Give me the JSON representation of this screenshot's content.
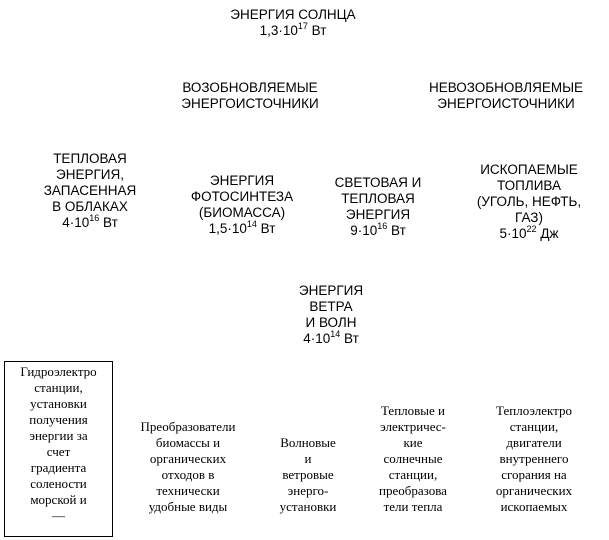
{
  "sun": {
    "title": "ЭНЕРГИЯ СОЛНЦА",
    "value": {
      "mantissa": "1,3",
      "exp": "17",
      "unit": "Вт"
    }
  },
  "categories": {
    "renewable": [
      "ВОЗОБНОВЛЯЕМЫЕ",
      "ЭНЕРГОИСТОЧНИКИ"
    ],
    "nonrenewable": [
      "НЕВОЗОБНОВЛЯЕМЫЕ",
      "ЭНЕРГОИСТОЧНИКИ"
    ]
  },
  "sources": {
    "clouds": {
      "lines": [
        "ТЕПЛОВАЯ",
        "ЭНЕРГИЯ,",
        "ЗАПАСЕННАЯ",
        "В ОБЛАКАХ"
      ],
      "value": {
        "mantissa": "4",
        "exp": "16",
        "unit": "Вт"
      }
    },
    "photosynthesis": {
      "lines": [
        "ЭНЕРГИЯ",
        "ФОТОСИНТЕЗА",
        "(БИОМАССА)"
      ],
      "value": {
        "mantissa": "1,5",
        "exp": "14",
        "unit": "Вт"
      }
    },
    "light_heat": {
      "lines": [
        "СВЕТОВАЯ И",
        "ТЕПЛОВАЯ",
        "ЭНЕРГИЯ"
      ],
      "value": {
        "mantissa": "9",
        "exp": "16",
        "unit": "Вт"
      }
    },
    "fossil": {
      "lines": [
        "ИСКОПАЕМЫЕ",
        "ТОПЛИВА",
        "(УГОЛЬ, НЕФТЬ,",
        "ГАЗ)"
      ],
      "value": {
        "mantissa": "5",
        "exp": "22",
        "unit": "Дж"
      }
    },
    "wind_waves": {
      "lines": [
        "ЭНЕРГИЯ",
        "ВЕТРА",
        "И ВОЛН"
      ],
      "value": {
        "mantissa": "4",
        "exp": "14",
        "unit": "Вт"
      }
    }
  },
  "technologies": {
    "hydro": [
      "Гидроэлектро",
      "станции,",
      "установки",
      "получения",
      "энергии за",
      "счет",
      "градиента",
      "солености",
      "морской и",
      "—"
    ],
    "biomass": [
      "Преобразователи",
      "биомассы и",
      "органических",
      "отходов в",
      "технически",
      "удобные виды"
    ],
    "wave_wind": [
      "Волновые",
      "и",
      "ветровые",
      "энерго-",
      "установки"
    ],
    "solar_thermal": [
      "Тепловые и",
      "электричес-",
      "кие",
      "солнечные",
      "станции,",
      "преобразова",
      "тели тепла"
    ],
    "thermal_power": [
      "Теплоэлектро",
      "станции,",
      "двигатели",
      "внутреннего",
      "сгорания на",
      "органических",
      "ископаемых"
    ]
  }
}
